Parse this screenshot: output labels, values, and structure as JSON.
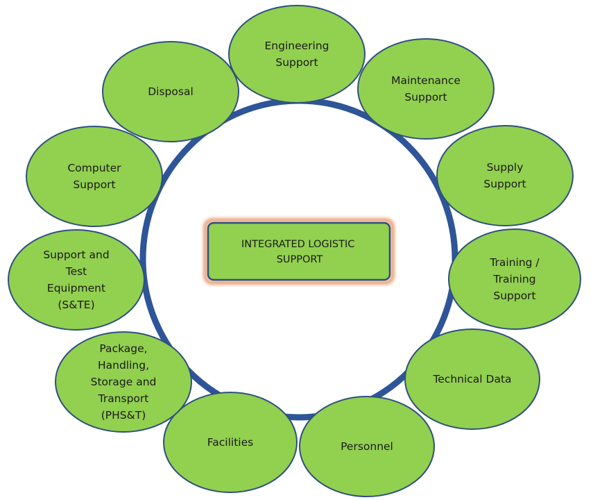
{
  "center": {
    "label_lines": [
      "INTEGRATED LOGISTIC",
      "SUPPORT"
    ]
  },
  "nodes": [
    {
      "id": "engineering-support",
      "lines": [
        "Engineering",
        "Support"
      ]
    },
    {
      "id": "maintenance-support",
      "lines": [
        "Maintenance",
        "Support"
      ]
    },
    {
      "id": "supply-support",
      "lines": [
        "Supply",
        "Support"
      ]
    },
    {
      "id": "training-support",
      "lines": [
        "Training /",
        "Training",
        "Support"
      ]
    },
    {
      "id": "technical-data",
      "lines": [
        "Technical Data"
      ]
    },
    {
      "id": "personnel",
      "lines": [
        "Personnel"
      ]
    },
    {
      "id": "facilities",
      "lines": [
        "Facilities"
      ]
    },
    {
      "id": "phst",
      "lines": [
        "Package,",
        "Handling,",
        "Storage and",
        "Transport",
        "(PHS&T)"
      ]
    },
    {
      "id": "ste",
      "lines": [
        "Support and",
        "Test",
        "Equipment",
        "(S&TE)"
      ]
    },
    {
      "id": "computer-support",
      "lines": [
        "Computer",
        "Support"
      ]
    },
    {
      "id": "disposal",
      "lines": [
        "Disposal"
      ]
    }
  ],
  "colors": {
    "node_fill": "#92d050",
    "node_stroke": "#2f4f7f",
    "ring_stroke": "#2e5597",
    "center_fill": "#92d050",
    "center_glow": "#e8a27a"
  }
}
